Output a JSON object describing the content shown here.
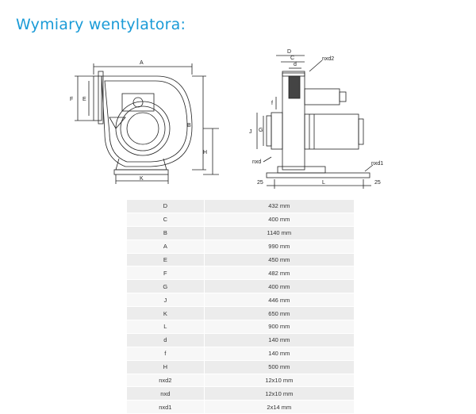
{
  "page": {
    "title": "Wymiary wentylatora:"
  },
  "drawing": {
    "left_labels": {
      "A": "A",
      "E": "E",
      "F": "F",
      "B": "B",
      "H": "H",
      "K": "K"
    },
    "right_labels": {
      "D": "D",
      "C": "C",
      "d": "d",
      "nxd2": "nxd2",
      "f": "f",
      "J": "J",
      "G": "G",
      "nxd": "nxd",
      "nxd1": "nxd1",
      "L": "L",
      "m25_left": "25",
      "m25_right": "25"
    }
  },
  "dimensions": [
    {
      "key": "D",
      "value": "432 mm"
    },
    {
      "key": "C",
      "value": "400 mm"
    },
    {
      "key": "B",
      "value": "1140 mm"
    },
    {
      "key": "A",
      "value": "990 mm"
    },
    {
      "key": "E",
      "value": "450 mm"
    },
    {
      "key": "F",
      "value": "482 mm"
    },
    {
      "key": "G",
      "value": "400 mm"
    },
    {
      "key": "J",
      "value": "446 mm"
    },
    {
      "key": "K",
      "value": "650 mm"
    },
    {
      "key": "L",
      "value": "900 mm"
    },
    {
      "key": "d",
      "value": "140 mm"
    },
    {
      "key": "f",
      "value": "140 mm"
    },
    {
      "key": "H",
      "value": "500 mm"
    },
    {
      "key": "nxd2",
      "value": "12x10 mm"
    },
    {
      "key": "nxd",
      "value": "12x10 mm"
    },
    {
      "key": "nxd1",
      "value": "2x14 mm"
    }
  ]
}
